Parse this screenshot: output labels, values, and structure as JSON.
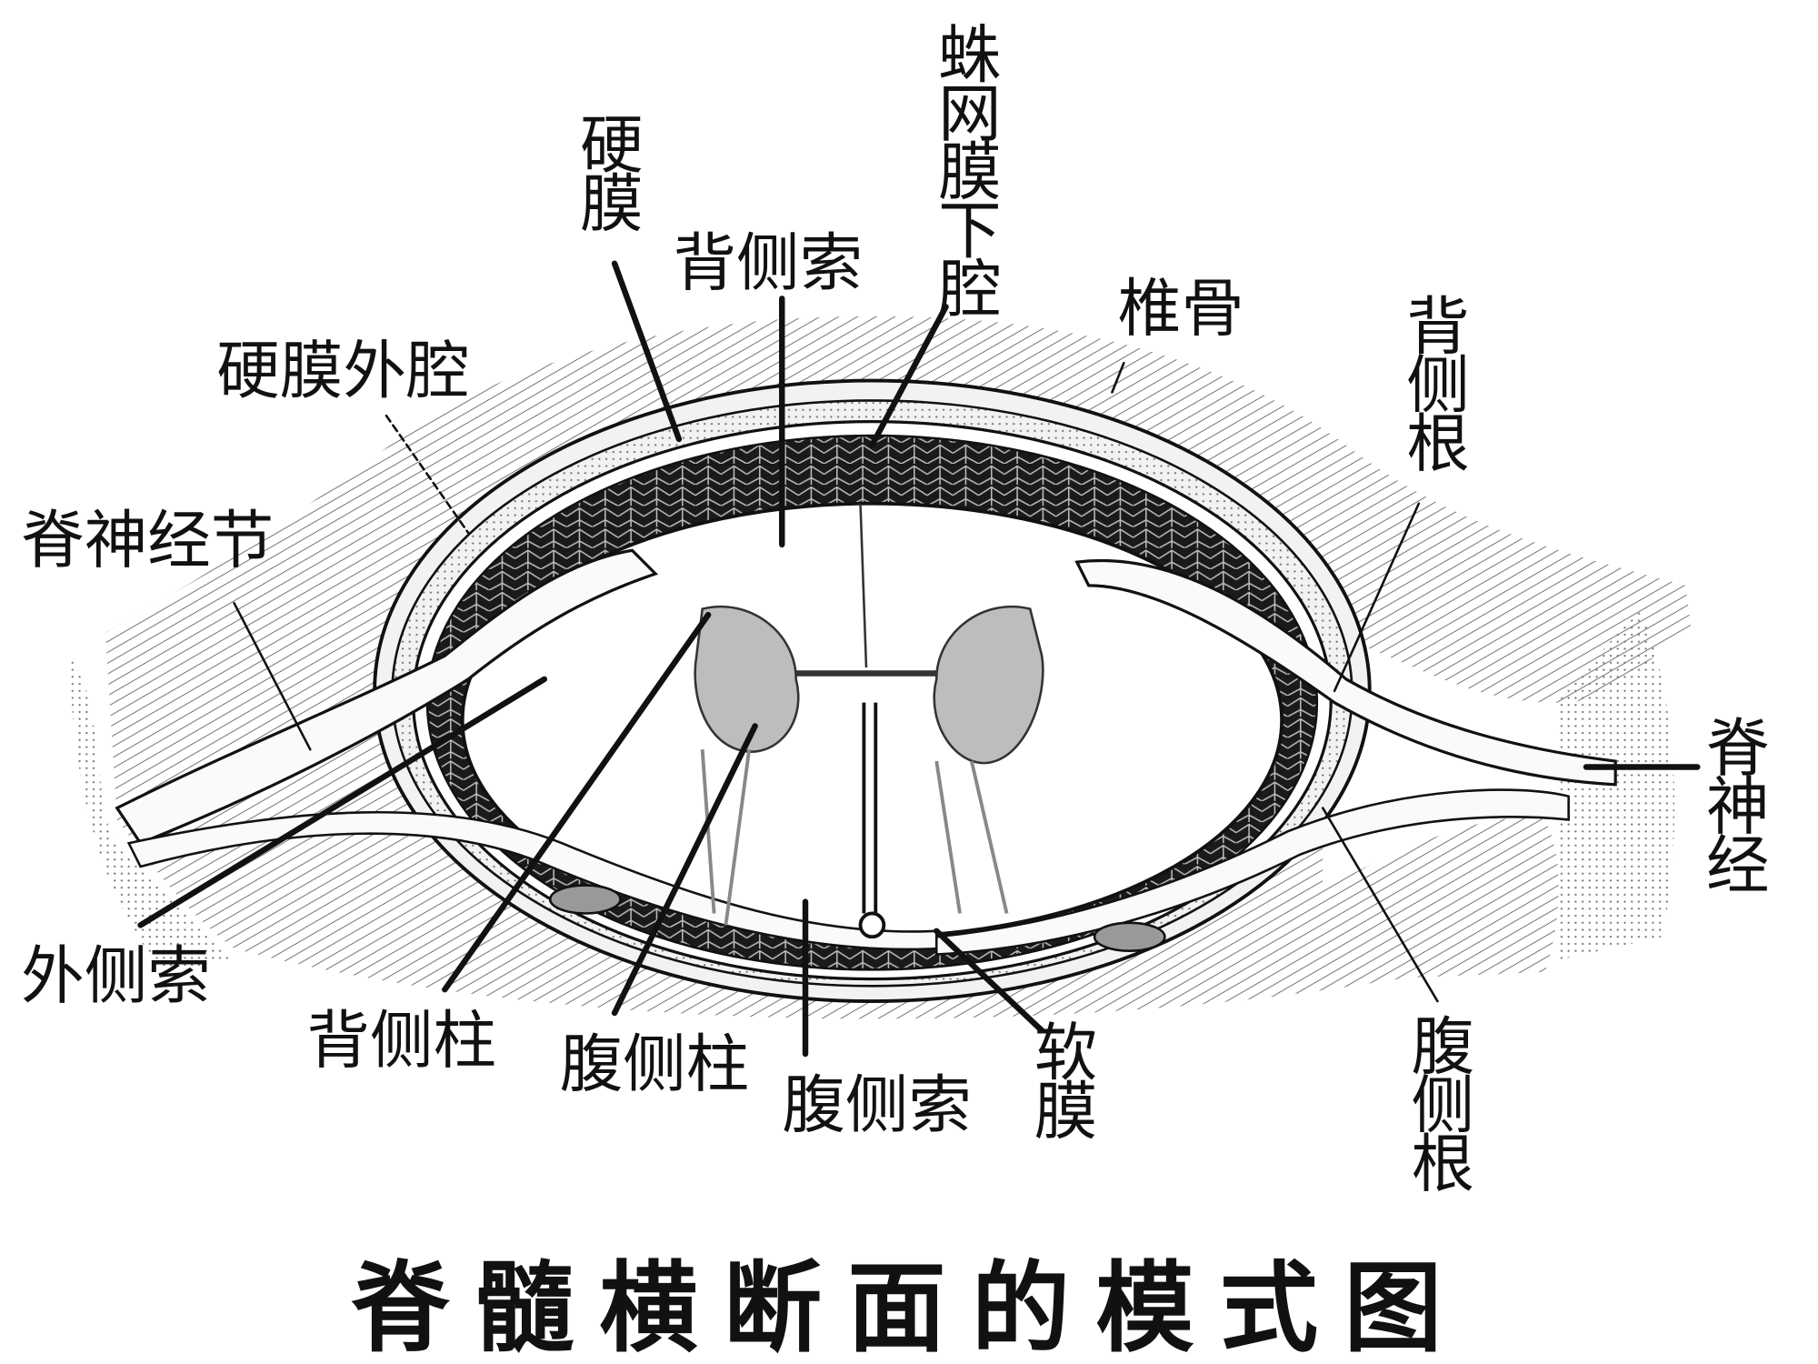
{
  "title": "脊髓横断面的模式图",
  "labels": {
    "subarachnoid_space": "蛛网膜下腔",
    "dura": "硬膜",
    "dorsal_funiculus": "背侧索",
    "vertebra": "椎骨",
    "dorsal_root": "背侧根",
    "epidural_space": "硬膜外腔",
    "spinal_ganglion": "脊神经节",
    "spinal_nerve": "脊神经",
    "lateral_funiculus": "外侧索",
    "dorsal_column": "背侧柱",
    "ventral_column": "腹侧柱",
    "ventral_funiculus": "腹侧索",
    "pia": "软膜",
    "ventral_root": "腹侧根"
  },
  "colors": {
    "ink": "#111111",
    "hatch": "#555555",
    "arachnoid": "#222222",
    "gray_matter": "#bdbdbd"
  }
}
